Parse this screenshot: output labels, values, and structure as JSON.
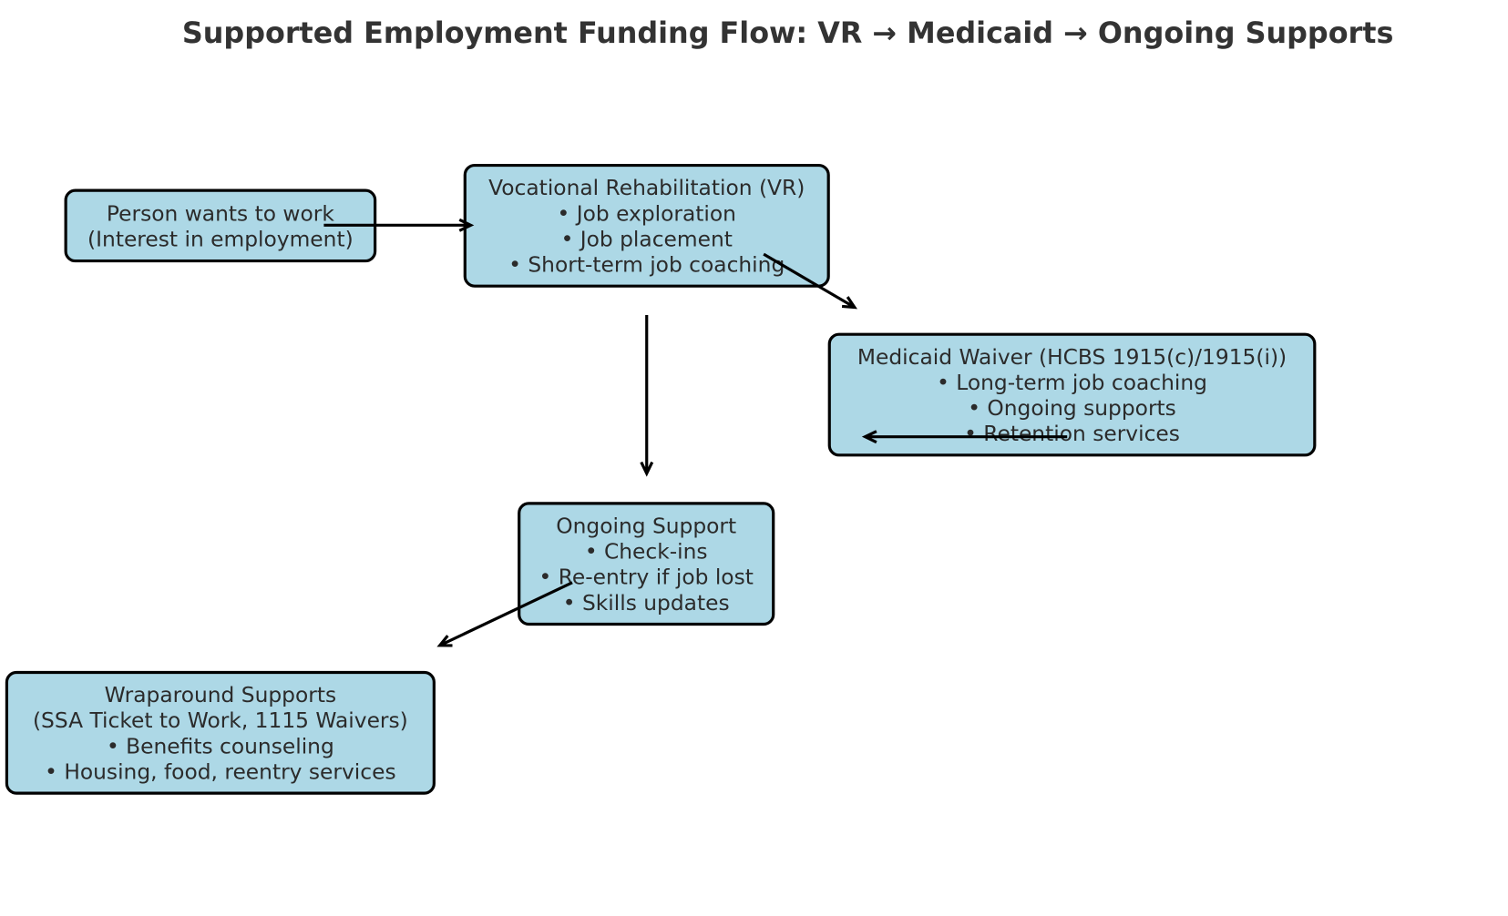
{
  "title": "Supported Employment Funding Flow: VR → Medicaid → Ongoing Supports",
  "colors": {
    "box_fill": "#add8e6",
    "box_stroke": "#000000",
    "text": "#333333"
  },
  "nodes": [
    {
      "id": "person",
      "lines": [
        "Person wants to work",
        "(Interest in employment)"
      ]
    },
    {
      "id": "vr",
      "lines": [
        "Vocational Rehabilitation (VR)",
        "• Job exploration",
        "• Job placement",
        "• Short-term job coaching"
      ]
    },
    {
      "id": "medicaid",
      "lines": [
        "Medicaid Waiver (HCBS 1915(c)/1915(i))",
        "• Long-term job coaching",
        "• Ongoing supports",
        "• Retention services"
      ]
    },
    {
      "id": "ongoing",
      "lines": [
        "Ongoing Support",
        "• Check-ins",
        "• Re-entry if job lost",
        "• Skills updates"
      ]
    },
    {
      "id": "wraparound",
      "lines": [
        "Wraparound Supports",
        "(SSA Ticket to Work, 1115 Waivers)",
        "• Benefits counseling",
        "• Housing, food, reentry services"
      ]
    }
  ],
  "edges": [
    {
      "from": "person",
      "to": "vr"
    },
    {
      "from": "vr",
      "to": "medicaid"
    },
    {
      "from": "vr",
      "to": "ongoing"
    },
    {
      "from": "medicaid",
      "to": "ongoing"
    },
    {
      "from": "ongoing",
      "to": "wraparound"
    }
  ]
}
